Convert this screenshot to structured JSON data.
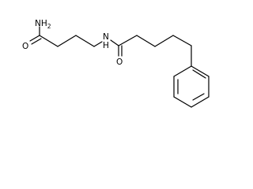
{
  "molecule": {
    "labels": {
      "amine_top": "NH",
      "amine_sub": "2",
      "oxygen_left": "O",
      "amide_n": "N",
      "amide_h": "H",
      "oxygen_right": "O"
    },
    "colors": {
      "bond": "#000000",
      "label": "#000000",
      "background": "#ffffff"
    }
  }
}
